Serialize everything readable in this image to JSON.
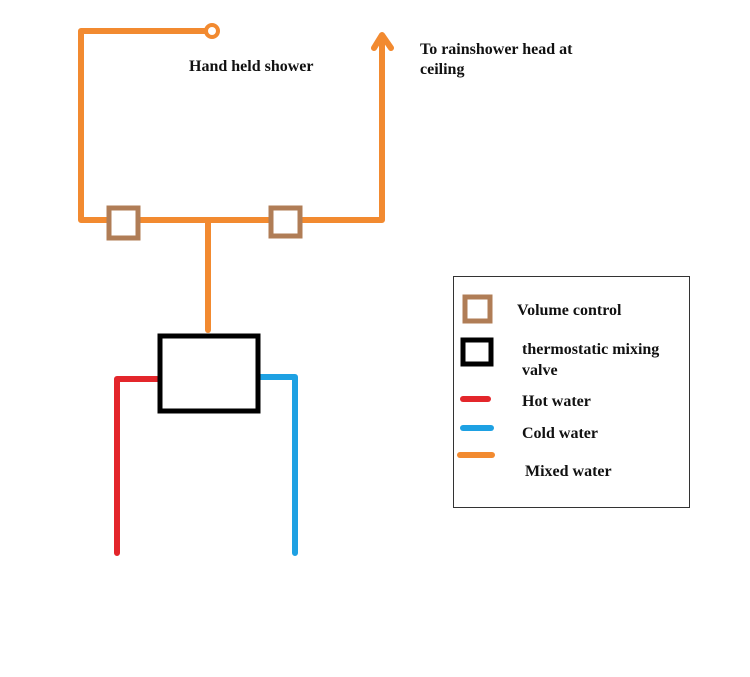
{
  "colors": {
    "mixed": "#f28a30",
    "hot": "#e3262b",
    "cold": "#1ea1e3",
    "volume_control": "#b07d56",
    "valve": "#000000"
  },
  "labels": {
    "hand_held_shower": "Hand held shower",
    "rainshower_line1": "To rainshower head at",
    "rainshower_line2": "ceiling"
  },
  "legend": {
    "volume_control": "Volume control",
    "valve_line1": "thermostatic mixing",
    "valve_line2": "valve",
    "hot_water": "Hot water",
    "cold_water": "Cold water",
    "mixed_water": "Mixed water"
  }
}
